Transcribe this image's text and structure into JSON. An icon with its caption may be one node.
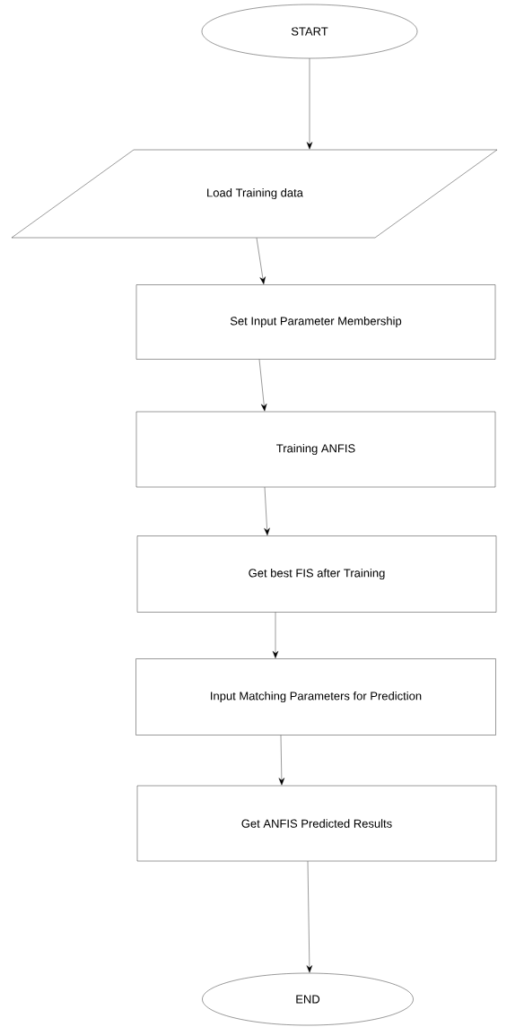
{
  "diagram": {
    "nodes": [
      {
        "text": [
          "START"
        ]
      },
      {
        "text": [
          "Load Training data"
        ]
      },
      {
        "text": [
          "Set Input Parameter Membership"
        ]
      },
      {
        "text": [
          "Training ANFIS"
        ]
      },
      {
        "text": [
          "Get best FIS after Training"
        ]
      },
      {
        "text": [
          "Input Matching Parameters for Prediction"
        ]
      },
      {
        "text": [
          "Get ANFIS Predicted Results"
        ]
      },
      {
        "text": [
          "END"
        ]
      }
    ],
    "edges": [
      {
        "from": 0,
        "to": 1,
        "arrow": "to"
      },
      {
        "from": 1,
        "to": 2,
        "arrow": "to"
      },
      {
        "from": 2,
        "to": 3,
        "arrow": "to"
      },
      {
        "from": 3,
        "to": 4,
        "arrow": "to"
      },
      {
        "from": 4,
        "to": 5,
        "arrow": "to"
      },
      {
        "from": 5,
        "to": 6,
        "arrow": "to"
      },
      {
        "from": 6,
        "to": 7,
        "arrow": "to"
      }
    ]
  }
}
